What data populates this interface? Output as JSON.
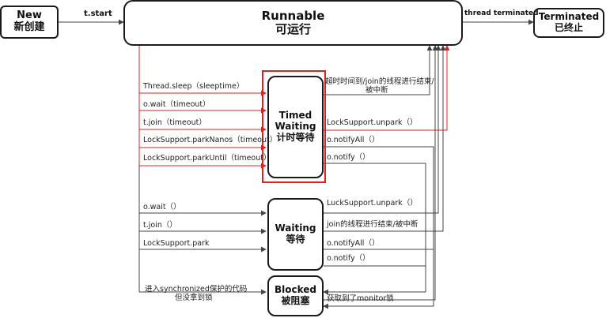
{
  "states": {
    "new": {
      "en": "New",
      "zh": "新创建"
    },
    "runnable": {
      "en": "Runnable",
      "zh": "可运行"
    },
    "terminated": {
      "en": "Terminated",
      "zh": "已终止"
    },
    "timed_waiting": {
      "en_1": "Timed",
      "en_2": "Waiting",
      "zh": "计时等待"
    },
    "waiting": {
      "en": "Waiting",
      "zh": "等待"
    },
    "blocked": {
      "en": "Blocked",
      "zh": "被阻塞"
    }
  },
  "transitions": {
    "start": "t.start",
    "thread_terminated": "thread terminated",
    "timed_in": [
      "Thread.sleep（sleeptime）",
      "o.wait（timeout）",
      "t.join（timeout）",
      "LockSupport.parkNanos（timeout）",
      "LockSupport.parkUntil（timeout）"
    ],
    "timed_out": {
      "timeout_line1": "超时时间到/join的线程进行结束/",
      "timeout_line2": "被中断",
      "unpark": "LockSupport.unpark（）",
      "notify_all": "o.notifyAll（）",
      "notify": "o.notify（）"
    },
    "waiting_in": [
      "o.wait（）",
      "t.join（）",
      "LockSupport.park"
    ],
    "waiting_out": {
      "unpark": "LuckSupport.unpark（）",
      "join_end": "join的线程进行结束/被中断",
      "notify_all": "o.notifyAll（）",
      "notify": "o.notify（）"
    },
    "blocked_in_line1": "进入synchronized保护的代码",
    "blocked_in_line2": "但没拿到锁",
    "monitor_acquired": "获取到了monitor锁"
  },
  "colors": {
    "line": "#444444",
    "red": "#e02020",
    "border": "#1a1a1a"
  }
}
